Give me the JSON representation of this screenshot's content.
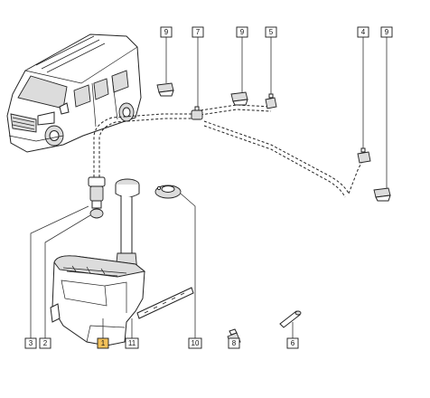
{
  "callouts": [
    {
      "id": "c9a",
      "label": "9"
    },
    {
      "id": "c7",
      "label": "7"
    },
    {
      "id": "c9b",
      "label": "9"
    },
    {
      "id": "c5",
      "label": "5"
    },
    {
      "id": "c4",
      "label": "4"
    },
    {
      "id": "c9c",
      "label": "9"
    },
    {
      "id": "c3",
      "label": "3"
    },
    {
      "id": "c2",
      "label": "2"
    },
    {
      "id": "c1",
      "label": "1"
    },
    {
      "id": "c11",
      "label": "11"
    },
    {
      "id": "c10",
      "label": "10"
    },
    {
      "id": "c8",
      "label": "8"
    },
    {
      "id": "c6",
      "label": "6"
    }
  ],
  "colors": {
    "highlight": "#f3c15a",
    "line": "#1a1a1a",
    "shade": "#dcdcdc"
  },
  "icons": [
    "van-illustration",
    "washer-reservoir",
    "washer-pump",
    "filler-neck",
    "filler-cap",
    "hose-clip",
    "connector",
    "hose-joint"
  ]
}
